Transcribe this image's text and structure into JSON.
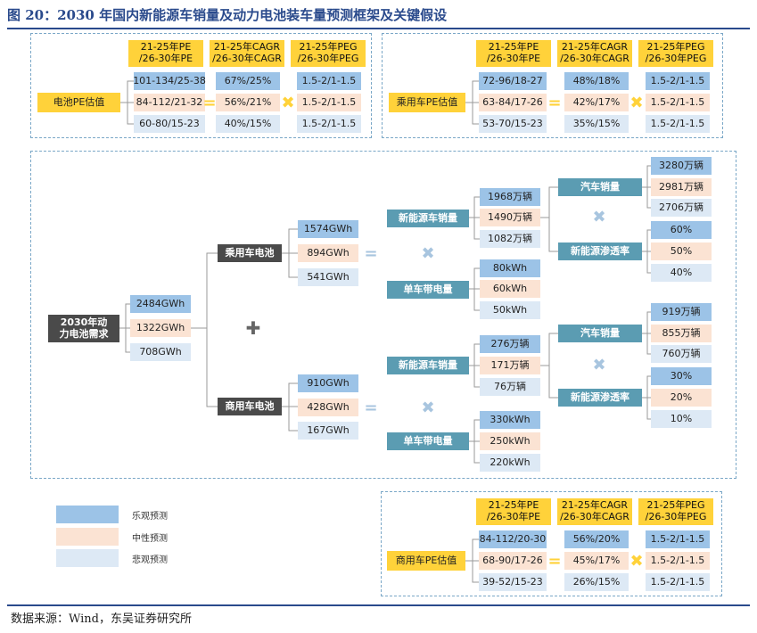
{
  "title": "图 20：2030 年国内新能源车销量及动力电池装车量预测框架及关键假设",
  "source": "数据来源：Wind，东吴证券研究所",
  "headers": [
    "21-25年PE /26-30年PE",
    "21-25年CAGR /26-30年CAGR",
    "21-25年PEG /26-30年PEG"
  ],
  "battery_pe": {
    "label": "电池PE估值",
    "pe": [
      "101-134/25-38",
      "84-112/21-32",
      "60-80/15-23"
    ],
    "cagr": [
      "67%/25%",
      "56%/21%",
      "40%/15%"
    ],
    "peg": [
      "1.5-2/1-1.5",
      "1.5-2/1-1.5",
      "1.5-2/1-1.5"
    ]
  },
  "passenger_pe": {
    "label": "乘用车PE估值",
    "pe": [
      "72-96/18-27",
      "63-84/17-26",
      "53-70/15-23"
    ],
    "cagr": [
      "48%/18%",
      "42%/17%",
      "35%/15%"
    ],
    "peg": [
      "1.5-2/1-1.5",
      "1.5-2/1-1.5",
      "1.5-2/1-1.5"
    ]
  },
  "commercial_pe": {
    "label": "商用车PE估值",
    "pe": [
      "84-112/20-30",
      "68-90/17-26",
      "39-52/15-23"
    ],
    "cagr": [
      "56%/20%",
      "45%/17%",
      "26%/15%"
    ],
    "peg": [
      "1.5-2/1-1.5",
      "1.5-2/1-1.5",
      "1.5-2/1-1.5"
    ]
  },
  "tree": {
    "root": "2030年动力电池需求",
    "root_values": [
      "2484GWh",
      "1322GWh",
      "708GWh"
    ],
    "passenger": {
      "label": "乘用车电池",
      "values": [
        "1574GWh",
        "894GWh",
        "541GWh"
      ],
      "sales_label": "新能源车销量",
      "sales": [
        "1968万辆",
        "1490万辆",
        "1082万辆"
      ],
      "per_vehicle_label": "单车带电量",
      "per_vehicle": [
        "80kWh",
        "60kWh",
        "50kWh"
      ],
      "car_sales_label": "汽车销量",
      "car_sales": [
        "3280万辆",
        "2981万辆",
        "2706万辆"
      ],
      "penetration_label": "新能源渗透率",
      "penetration": [
        "60%",
        "50%",
        "40%"
      ]
    },
    "commercial": {
      "label": "商用车电池",
      "values": [
        "910GWh",
        "428GWh",
        "167GWh"
      ],
      "sales_label": "新能源车销量",
      "sales": [
        "276万辆",
        "171万辆",
        "76万辆"
      ],
      "per_vehicle_label": "单车带电量",
      "per_vehicle": [
        "330kWh",
        "250kWh",
        "220kWh"
      ],
      "car_sales_label": "汽车销量",
      "car_sales": [
        "919万辆",
        "855万辆",
        "760万辆"
      ],
      "penetration_label": "新能源渗透率",
      "penetration": [
        "30%",
        "20%",
        "10%"
      ]
    }
  },
  "legend": [
    "乐观预测",
    "中性预测",
    "悲观预测"
  ],
  "symbols": {
    "equals": "=",
    "times": "✖",
    "plus": "✚"
  },
  "colors": {
    "optimistic": "#9cc3e7",
    "neutral": "#fbe3d3",
    "pessimistic": "#dde9f5",
    "header": "#ffd23a",
    "branch": "#5b9cb2",
    "title": "#2a4a8c"
  }
}
